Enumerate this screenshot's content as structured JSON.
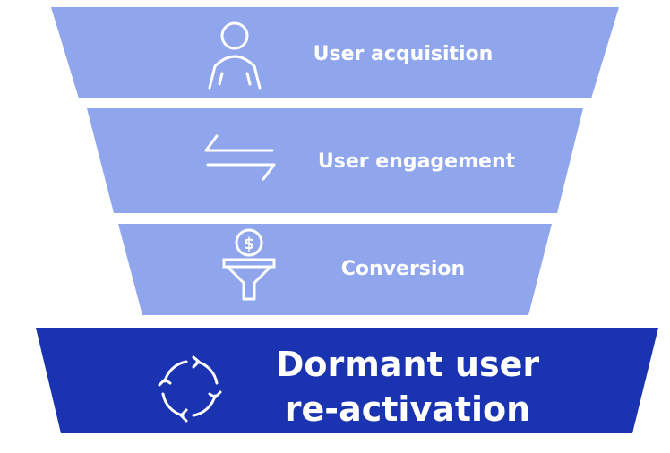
{
  "colors": {
    "tier_light": "#8fa5ec",
    "tier_dark": "#1a33b0",
    "icon_stroke": "#ffffff",
    "background": "#ffffff"
  },
  "funnel": {
    "stages": [
      {
        "label": "User acquisition",
        "icon": "person-icon"
      },
      {
        "label": "User engagement",
        "icon": "exchange-arrows-icon"
      },
      {
        "label": "Conversion",
        "icon": "money-funnel-icon"
      },
      {
        "label": "Dormant user\nre-activation",
        "icon": "cycle-arrows-icon"
      }
    ]
  }
}
